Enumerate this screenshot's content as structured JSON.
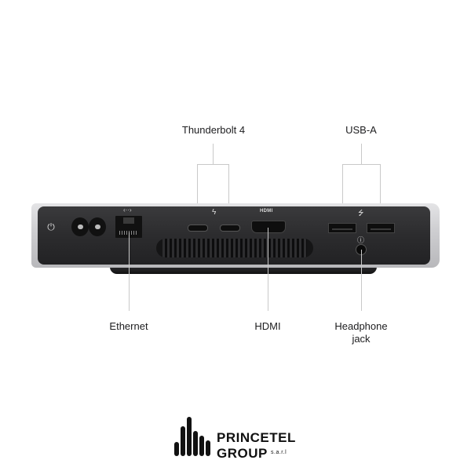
{
  "labels": {
    "thunderbolt": "Thunderbolt 4",
    "usb_a": "USB-A",
    "ethernet": "Ethernet",
    "hdmi": "HDMI",
    "headphone": "Headphone",
    "headphone_line2": "jack"
  },
  "device": {
    "hdmi_port_text": "HDMI",
    "icons": {
      "power": "⏻",
      "ethernet": "‹··›",
      "thunderbolt": "ϟ",
      "usb": "⭍",
      "headphone": "🎧"
    }
  },
  "brand": {
    "name_line1": "PRINCETEL",
    "name_line2": "GROUP",
    "suffix": "s.a.r.l"
  },
  "colors": {
    "background": "#ffffff",
    "device_face": "#2c2c2e",
    "device_shell": "#cfcfd2",
    "label_text": "#1d1d1f",
    "callout_line": "#c9c9c9"
  }
}
